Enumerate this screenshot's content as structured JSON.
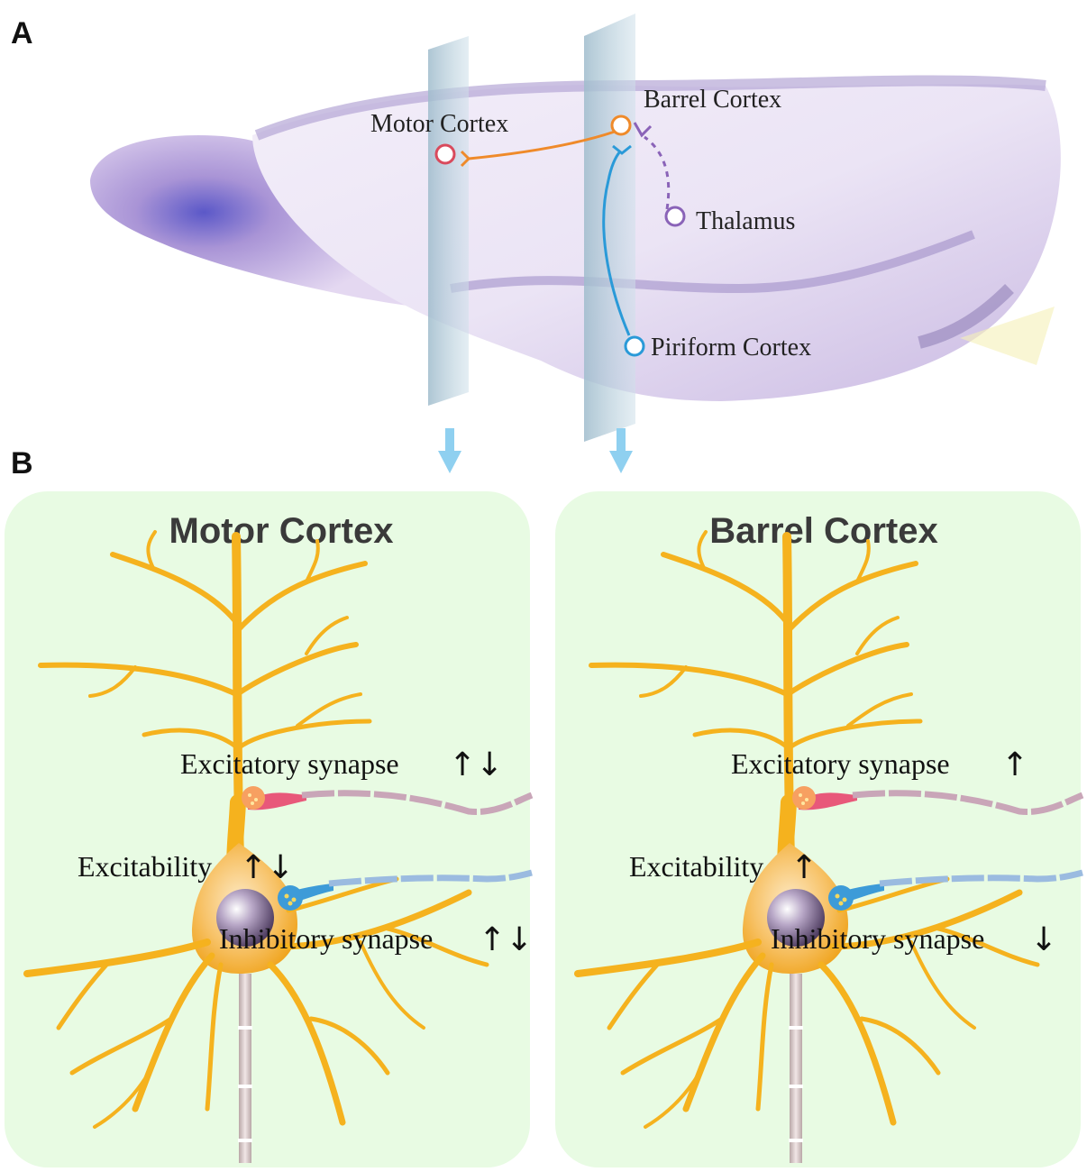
{
  "panels": {
    "a_letter": "A",
    "b_letter": "B"
  },
  "brain": {
    "labels": {
      "motor": "Motor Cortex",
      "barrel": "Barrel Cortex",
      "thalamus": "Thalamus",
      "piriform": "Piriform Cortex"
    }
  },
  "boxes": {
    "left": {
      "title": "Motor Cortex",
      "excitatory": "Excitatory synapse",
      "excitatory_arrows": "↑↓",
      "excitability": "Excitability",
      "excitability_arrows": "↑↓",
      "inhibitory": "Inhibitory synapse",
      "inhibitory_arrows": "↑↓"
    },
    "right": {
      "title": "Barrel Cortex",
      "excitatory": "Excitatory synapse",
      "excitatory_arrows": "↑",
      "excitability": "Excitability",
      "excitability_arrows": "↑",
      "inhibitory": "Inhibitory synapse",
      "inhibitory_arrows": "↓"
    }
  },
  "colors": {
    "box_fill": "#e8fbe3",
    "neuron": "#f5b21e",
    "excitatory_axon": "#e8587a",
    "inhibitory_axon": "#3d9bd8",
    "motor_neuron": "#d94a5c",
    "barrel_neuron": "#ef8a2a",
    "thalamus_neuron": "#8a63b8",
    "piriform_neuron": "#2a9ad8",
    "slice_arrow": "#8fd0f0"
  }
}
